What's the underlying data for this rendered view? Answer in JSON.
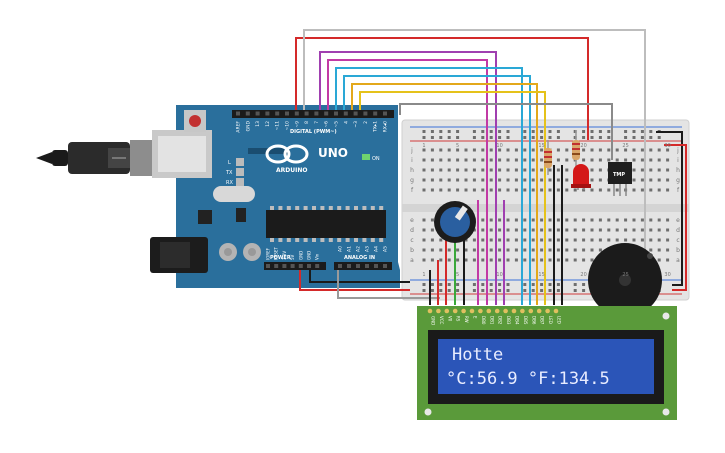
{
  "arduino": {
    "brand": "ARDUINO",
    "model": "UNO",
    "digital_header": "DIGITAL (PWM~)",
    "digital_pins": [
      "AREF",
      "GND",
      "13",
      "12",
      "~11",
      "~10",
      "~9",
      "8",
      "7",
      "~6",
      "~5",
      "4",
      "~3",
      "2",
      "TX▸1",
      "RX◂0"
    ],
    "power_label": "POWER",
    "analog_label": "ANALOG IN",
    "power_pins": [
      "IOREF",
      "RESET",
      "3.3V",
      "5V",
      "GND",
      "GND",
      "Vin"
    ],
    "analog_pins": [
      "A0",
      "A1",
      "A2",
      "A3",
      "A4",
      "A5"
    ],
    "led_labels": [
      "L",
      "TX",
      "RX"
    ],
    "on_label": "ON"
  },
  "breadboard": {
    "row_letters_top": [
      "j",
      "i",
      "h",
      "g",
      "f"
    ],
    "row_letters_bottom": [
      "e",
      "d",
      "c",
      "b",
      "a"
    ],
    "column_numbers": [
      "1",
      "5",
      "10",
      "15",
      "20",
      "25",
      "30"
    ]
  },
  "sensor": {
    "label": "TMP"
  },
  "lcd": {
    "line1": "Hotte",
    "line2": "°C:56.9 °F:134.5",
    "pin_labels": [
      "GND",
      "VCC",
      "V0",
      "RS",
      "RW",
      "E",
      "DB0",
      "DB1",
      "DB2",
      "DB3",
      "DB4",
      "DB5",
      "DB6",
      "DB7",
      "LED",
      "LED"
    ]
  },
  "colors": {
    "arduino_board": "#2a6f9c",
    "breadboard": "#e4e4e4",
    "lcd_pcb": "#5a9a3a",
    "lcd_screen": "#2b55b8",
    "lcd_text": "#e8ecff",
    "wire_red": "#d42a2a",
    "wire_black": "#1a1a1a",
    "wire_purple": "#a03fb0",
    "wire_magenta": "#c23aa5",
    "wire_cyan": "#2aa8d6",
    "wire_orange": "#e39a1b",
    "wire_yellow": "#e5c21a",
    "wire_green": "#3aa83a",
    "wire_gray": "#9a9a9a"
  }
}
